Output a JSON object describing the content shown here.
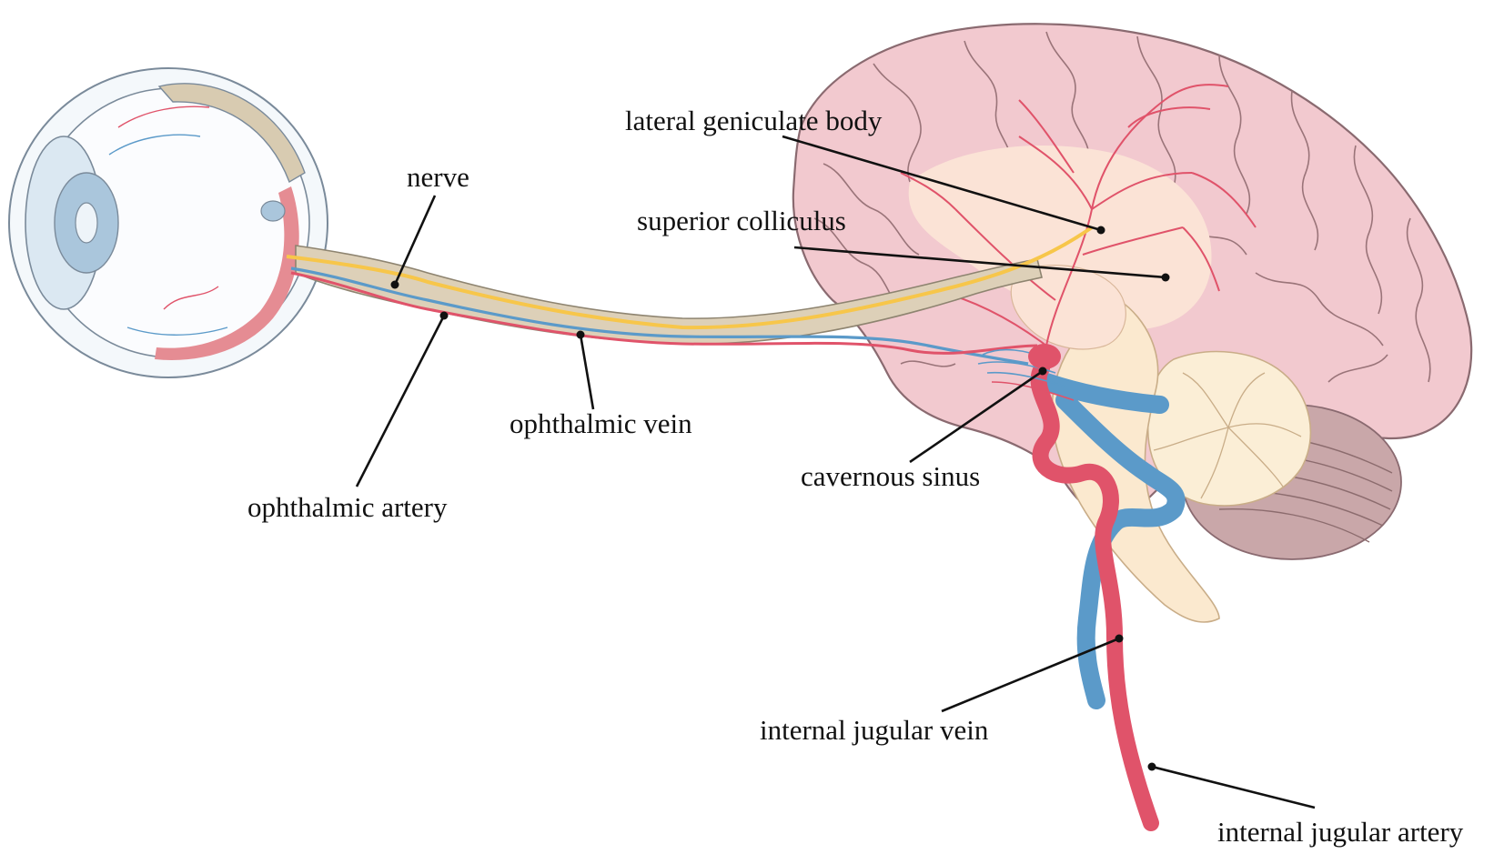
{
  "labels": {
    "nerve": "nerve",
    "ophthalmic_artery": "ophthalmic artery",
    "ophthalmic_vein": "ophthalmic vein",
    "lateral_geniculate_body": "lateral geniculate body",
    "superior_colliculus": "superior colliculus",
    "cavernous_sinus": "cavernous sinus",
    "internal_jugular_vein": "internal jugular vein",
    "internal_jugular_artery": "internal jugular artery"
  },
  "colors": {
    "brain": "#f2c9cf",
    "brain_outline": "#8a6a70",
    "brain_inner": "#fbe3d6",
    "brainstem": "#fbe9cf",
    "cerebellum": "#fbeed6",
    "cerebellum_back": "#c9a7a9",
    "artery": "#e0536a",
    "vein": "#5b9ac9",
    "nerve": "#f7c64a",
    "optic_sheath": "#ddd0b8",
    "eye": "#e9f1f8",
    "eye_outline": "#7a8a9a",
    "lens": "#aac6dc",
    "sclera_cut": "#d8cbb1",
    "retina": "#e58c93"
  }
}
